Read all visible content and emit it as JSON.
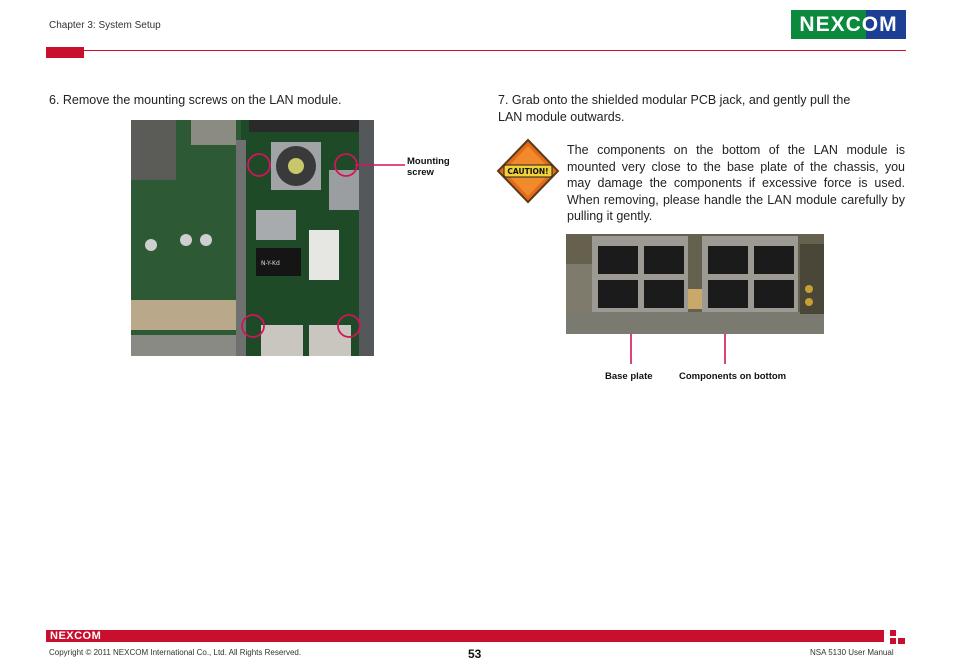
{
  "header": {
    "chapter": "Chapter 3: System Setup",
    "logo_text": "NEXCOM"
  },
  "steps": {
    "step6": "6.  Remove the mounting screws on the LAN module.",
    "step7": "7.  Grab onto the shielded modular PCB jack, and gently pull the LAN module outwards."
  },
  "caution": {
    "badge": "CAUTION!",
    "text": "The components on the bottom of the LAN module is mounted very close to the base plate of the chassis, you may damage the components if excessive force is used. When removing, please handle the LAN module carefully by pulling it gently."
  },
  "figure1": {
    "label": "Mounting screw",
    "chip_text": "N-Y-Kd"
  },
  "figure2": {
    "label_base": "Base plate",
    "label_components": "Components on bottom"
  },
  "footer": {
    "logo_text": "NEXCOM",
    "copyright": "Copyright © 2011 NEXCOM International Co., Ltd. All Rights Reserved.",
    "page_number": "53",
    "manual": "NSA 5130 User Manual"
  },
  "colors": {
    "accent_red": "#c8102e",
    "brand_green": "#0b8a3e",
    "brand_blue": "#1c3f94",
    "callout_magenta": "#d4145a"
  }
}
